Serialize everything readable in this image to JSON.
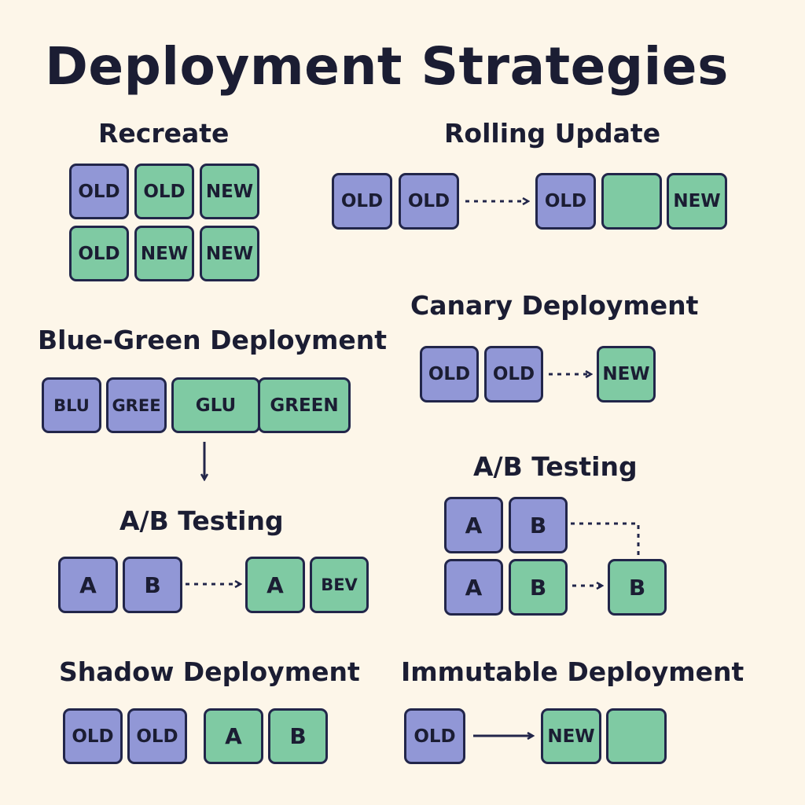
{
  "title": "Deployment Strategies",
  "colors": {
    "background": "#fdf6e9",
    "old": "#9197d6",
    "new": "#7fcaa3",
    "border": "#22264a"
  },
  "sections": {
    "recreate": {
      "heading": "Recreate",
      "boxes": [
        "OLD",
        "OLD",
        "NEW",
        "OLD",
        "NEW",
        "NEW"
      ]
    },
    "rolling": {
      "heading": "Rolling Update",
      "boxes": [
        "OLD",
        "OLD",
        "OLD",
        "",
        "NEW"
      ]
    },
    "canary": {
      "heading": "Canary Deployment",
      "boxes": [
        "OLD",
        "OLD",
        "NEW"
      ]
    },
    "blue_green": {
      "heading": "Blue-Green Deployment",
      "boxes": [
        "BLU",
        "GREE",
        "GLU",
        "GREEN"
      ]
    },
    "ab_left": {
      "heading": "A/B Testing",
      "boxes": [
        "A",
        "B",
        "A",
        "BEV"
      ]
    },
    "ab_right": {
      "heading": "A/B Testing",
      "boxes": [
        "A",
        "B",
        "A",
        "B",
        "B"
      ]
    },
    "shadow": {
      "heading": "Shadow Deployment",
      "boxes": [
        "OLD",
        "OLD",
        "A",
        "B"
      ]
    },
    "immutable": {
      "heading": "Immutable Deployment",
      "boxes": [
        "OLD",
        "NEW",
        ""
      ]
    }
  }
}
